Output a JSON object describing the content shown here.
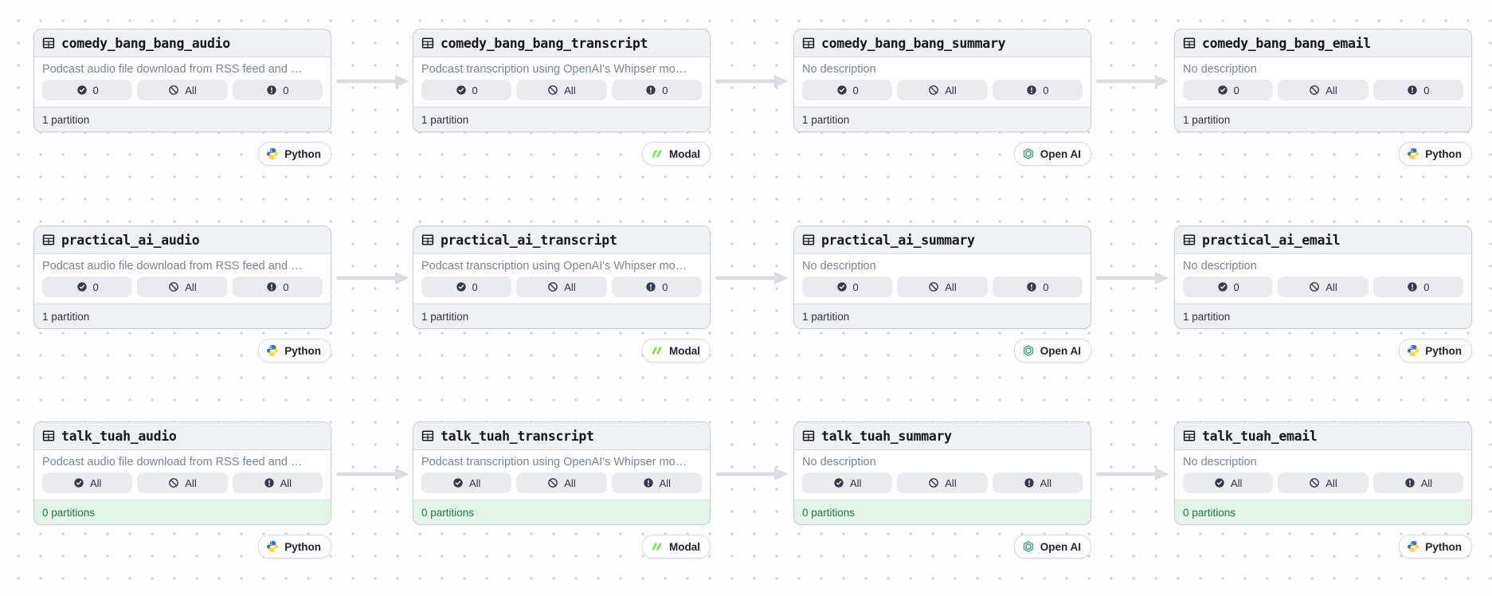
{
  "app": {
    "view": "asset-lineage-graph"
  },
  "colors": {
    "canvas_bg": "#fdfdfe",
    "dot_grid": "#d3d7de",
    "card_border": "#c9cdd4",
    "card_header_bg": "#f0f1f4",
    "badge_bg": "#e9ebee",
    "text_dark": "#2c3345",
    "text_muted": "#7b8497",
    "footer_success_bg": "#e3f3e8",
    "footer_success_text": "#1a7b4d",
    "arrow": "#d9dce2",
    "python_blue": "#3776ab",
    "python_yellow": "#ffd43b",
    "modal_green": "#7ee060",
    "openai_green": "#41a085"
  },
  "badge_icon_names": [
    "check-circle",
    "slash-circle",
    "alert-circle"
  ],
  "nodes": [
    {
      "title": "comedy_bang_bang_audio",
      "description": "Podcast audio file download from RSS feed and …",
      "badges": [
        "0",
        "All",
        "0"
      ],
      "footer": "1 partition",
      "footer_variant": "default",
      "tag": "Python"
    },
    {
      "title": "comedy_bang_bang_transcript",
      "description": "Podcast transcription using OpenAI's Whipser mo…",
      "badges": [
        "0",
        "All",
        "0"
      ],
      "footer": "1 partition",
      "footer_variant": "default",
      "tag": "Modal"
    },
    {
      "title": "comedy_bang_bang_summary",
      "description": "No description",
      "badges": [
        "0",
        "All",
        "0"
      ],
      "footer": "1 partition",
      "footer_variant": "default",
      "tag": "Open AI"
    },
    {
      "title": "comedy_bang_bang_email",
      "description": "No description",
      "badges": [
        "0",
        "All",
        "0"
      ],
      "footer": "1 partition",
      "footer_variant": "default",
      "tag": "Python"
    },
    {
      "title": "practical_ai_audio",
      "description": "Podcast audio file download from RSS feed and …",
      "badges": [
        "0",
        "All",
        "0"
      ],
      "footer": "1 partition",
      "footer_variant": "default",
      "tag": "Python"
    },
    {
      "title": "practical_ai_transcript",
      "description": "Podcast transcription using OpenAI's Whipser mo…",
      "badges": [
        "0",
        "All",
        "0"
      ],
      "footer": "1 partition",
      "footer_variant": "default",
      "tag": "Modal"
    },
    {
      "title": "practical_ai_summary",
      "description": "No description",
      "badges": [
        "0",
        "All",
        "0"
      ],
      "footer": "1 partition",
      "footer_variant": "default",
      "tag": "Open AI"
    },
    {
      "title": "practical_ai_email",
      "description": "No description",
      "badges": [
        "0",
        "All",
        "0"
      ],
      "footer": "1 partition",
      "footer_variant": "default",
      "tag": "Python"
    },
    {
      "title": "talk_tuah_audio",
      "description": "Podcast audio file download from RSS feed and …",
      "badges": [
        "All",
        "All",
        "All"
      ],
      "footer": "0 partitions",
      "footer_variant": "success",
      "tag": "Python"
    },
    {
      "title": "talk_tuah_transcript",
      "description": "Podcast transcription using OpenAI's Whipser mo…",
      "badges": [
        "All",
        "All",
        "All"
      ],
      "footer": "0 partitions",
      "footer_variant": "success",
      "tag": "Modal"
    },
    {
      "title": "talk_tuah_summary",
      "description": "No description",
      "badges": [
        "All",
        "All",
        "All"
      ],
      "footer": "0 partitions",
      "footer_variant": "success",
      "tag": "Open AI"
    },
    {
      "title": "talk_tuah_email",
      "description": "No description",
      "badges": [
        "All",
        "All",
        "All"
      ],
      "footer": "0 partitions",
      "footer_variant": "success",
      "tag": "Python"
    }
  ]
}
